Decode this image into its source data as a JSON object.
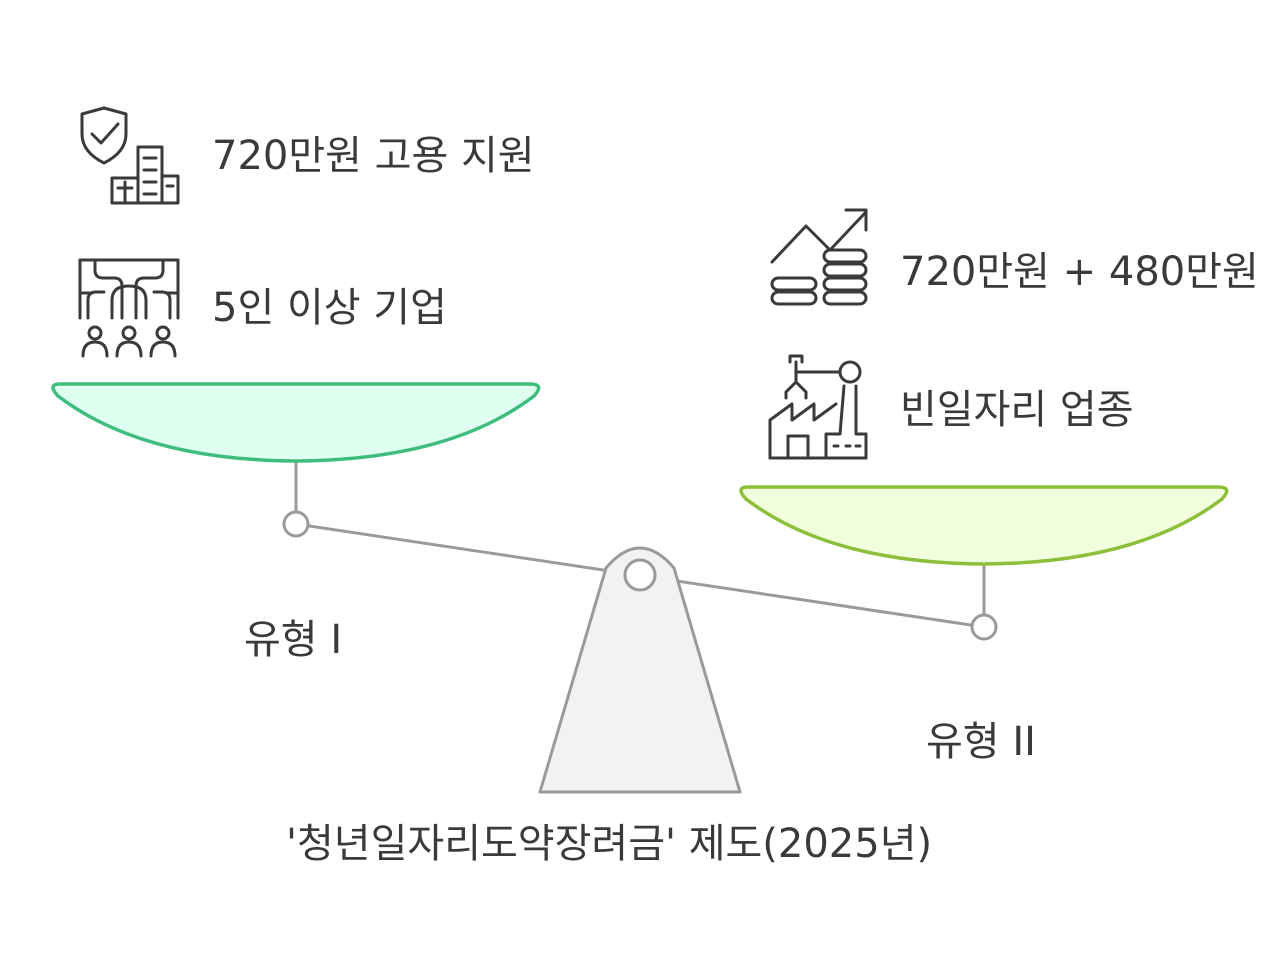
{
  "title": "'청년일자리도약장려금' 제도(2025년)",
  "left_side": {
    "label": "유형 I",
    "features": [
      {
        "text": "720만원 고용 지원",
        "icon": "shield-building-icon"
      },
      {
        "text": "5인 이상 기업",
        "icon": "people-pipes-icon"
      }
    ],
    "pan_fill": "#dffff1",
    "pan_stroke": "#3ebd7c"
  },
  "right_side": {
    "label": "유형 II",
    "features": [
      {
        "text": "720만원 + 480만원",
        "icon": "coins-growth-icon"
      },
      {
        "text": "빈일자리 업종",
        "icon": "factory-robot-arm-icon"
      }
    ],
    "pan_fill": "#f2ffdc",
    "pan_stroke": "#8cbf3a"
  },
  "colors": {
    "beam": "#9a9a9a",
    "stand_fill": "#f2f2f2",
    "stand_stroke": "#9a9a9a",
    "icon": "#3a3a3a",
    "text": "#3a3a3a"
  }
}
